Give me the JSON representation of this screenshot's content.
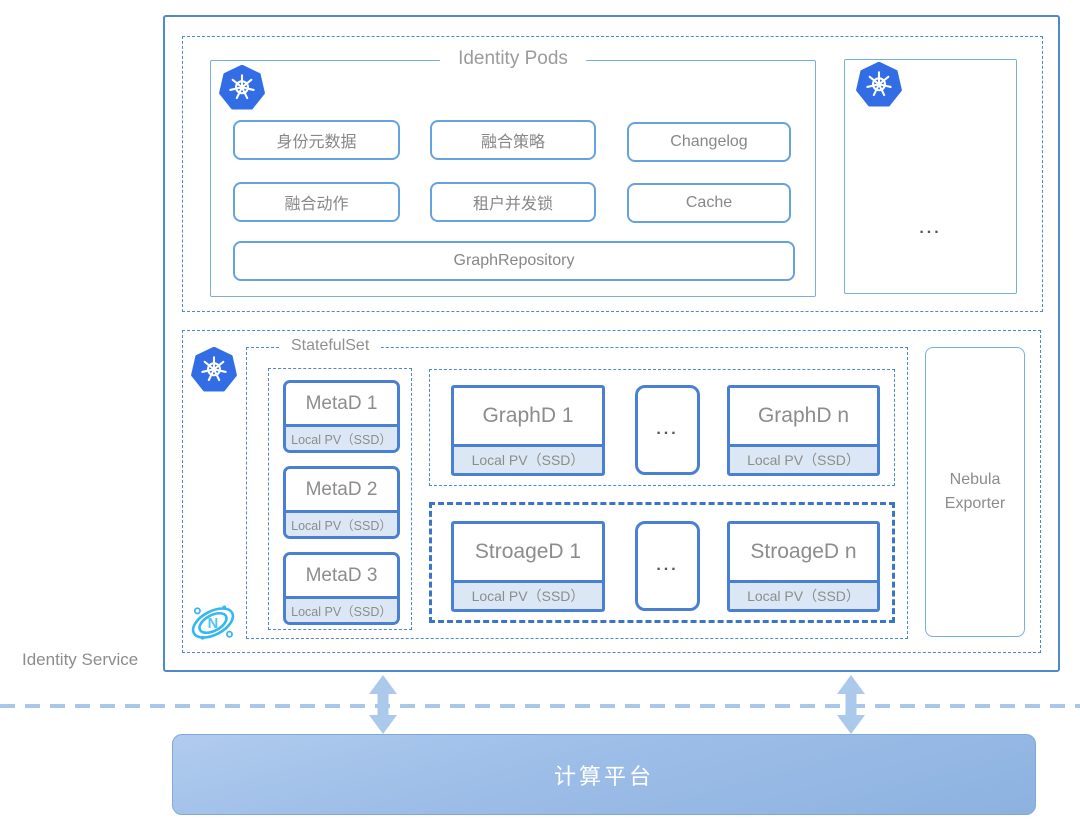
{
  "colors": {
    "dashed_border": "#4e86d6",
    "solid_light_border": "#79ade4",
    "pod_border": "#4a80d4",
    "pv_fill": "#dce7f6",
    "k8s_blue": "#326de6",
    "nebula_cyan": "#35b7f0",
    "arrow_blue": "#abc9eb",
    "platform_fill": "#9cbde7",
    "text_gray": "#8c8c8c"
  },
  "identity_service": {
    "label": "Identity Service"
  },
  "identity_pods": {
    "title": "Identity Pods",
    "buttons": [
      "身份元数据",
      "融合策略",
      "Changelog",
      "融合动作",
      "租户并发锁",
      "Cache"
    ],
    "repository": "GraphRepository"
  },
  "more_pods": {
    "ellipsis": "..."
  },
  "statefulset": {
    "title": "StatefulSet",
    "metad": [
      {
        "name": "MetaD 1",
        "pv": "Local PV（SSD）"
      },
      {
        "name": "MetaD 2",
        "pv": "Local PV（SSD）"
      },
      {
        "name": "MetaD 3",
        "pv": "Local PV（SSD）"
      }
    ],
    "graphd": {
      "first": {
        "name": "GraphD 1",
        "pv": "Local PV（SSD）"
      },
      "ellipsis": "...",
      "last": {
        "name": "GraphD n",
        "pv": "Local PV（SSD）"
      }
    },
    "storaged": {
      "first": {
        "name": "StroageD 1",
        "pv": "Local PV（SSD）"
      },
      "ellipsis": "...",
      "last": {
        "name": "StroageD n",
        "pv": "Local PV（SSD）"
      }
    }
  },
  "nebula_exporter": {
    "label": "Nebula Exporter"
  },
  "platform": {
    "label": "计算平台"
  }
}
